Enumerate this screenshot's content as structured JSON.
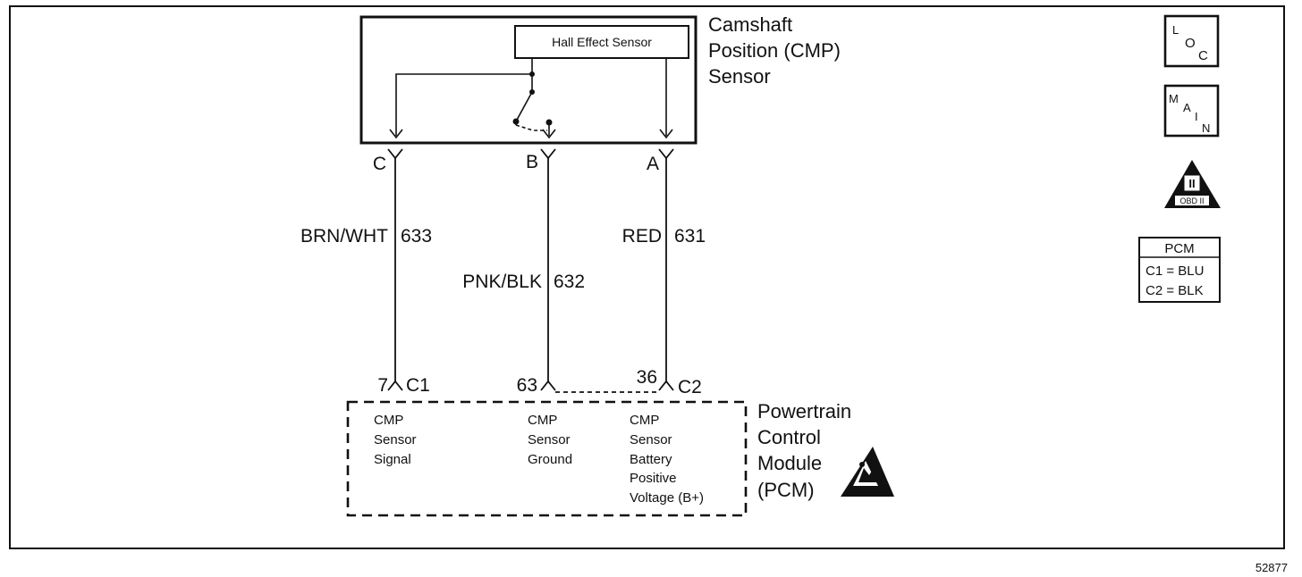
{
  "sensor": {
    "title_lines": [
      "Camshaft",
      "Position (CMP)",
      "Sensor"
    ],
    "inner_label": "Hall Effect Sensor"
  },
  "connector_pins_top": [
    "C",
    "B",
    "A"
  ],
  "wires": [
    {
      "color": "BRN/WHT",
      "circuit": "633"
    },
    {
      "color": "PNK/BLK",
      "circuit": "632"
    },
    {
      "color": "RED",
      "circuit": "631"
    }
  ],
  "pcm_pins": [
    {
      "pin": "7",
      "connector": "C1"
    },
    {
      "pin": "63",
      "connector": ""
    },
    {
      "pin": "36",
      "connector": "C2"
    }
  ],
  "pcm": {
    "title_lines": [
      "Powertrain",
      "Control",
      "Module",
      "(PCM)"
    ],
    "signal_lines": [
      "CMP",
      "Sensor",
      "Signal"
    ],
    "ground_lines": [
      "CMP",
      "Sensor",
      "Ground"
    ],
    "battery_lines": [
      "CMP",
      "Sensor",
      "Battery",
      "Positive",
      "Voltage (B+)"
    ]
  },
  "icons": {
    "loc": [
      "L",
      "O",
      "C"
    ],
    "main": [
      "M",
      "A",
      "I",
      "N"
    ],
    "obd": {
      "numeral": "II",
      "label": "OBD II"
    }
  },
  "connector_key": {
    "title": "PCM",
    "rows": [
      "C1 = BLU",
      "C2 = BLK"
    ]
  },
  "figure_number": "52877"
}
